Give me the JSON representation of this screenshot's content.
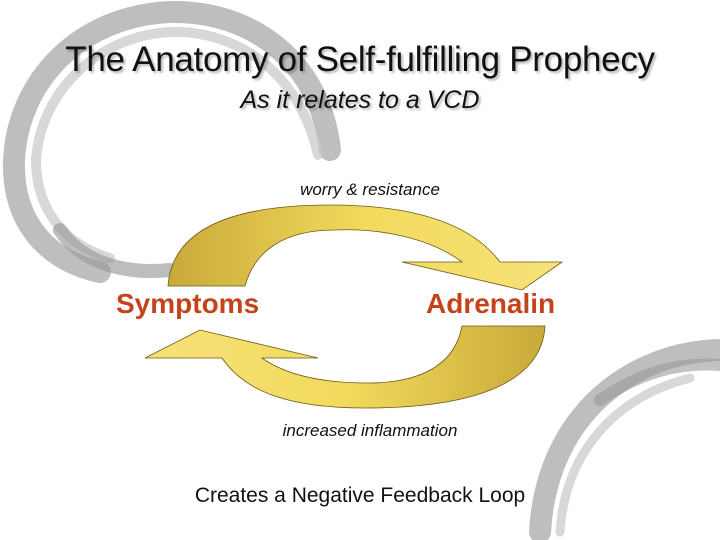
{
  "slide": {
    "title": "The Anatomy of Self-fulfilling Prophecy",
    "subtitle": "As it relates to a VCD"
  },
  "diagram": {
    "top_arrow_label": "worry & resistance",
    "bottom_arrow_label": "increased inflammation",
    "left_node": "Symptoms",
    "right_node": "Adrenalin"
  },
  "footer": {
    "caption": "Creates a Negative Feedback Loop"
  },
  "colors": {
    "node_text": "#c5431b",
    "arrow_fill": "#f2da5c",
    "arrow_shade": "#c9a93a",
    "brush_stroke": "#9a9a9a"
  }
}
